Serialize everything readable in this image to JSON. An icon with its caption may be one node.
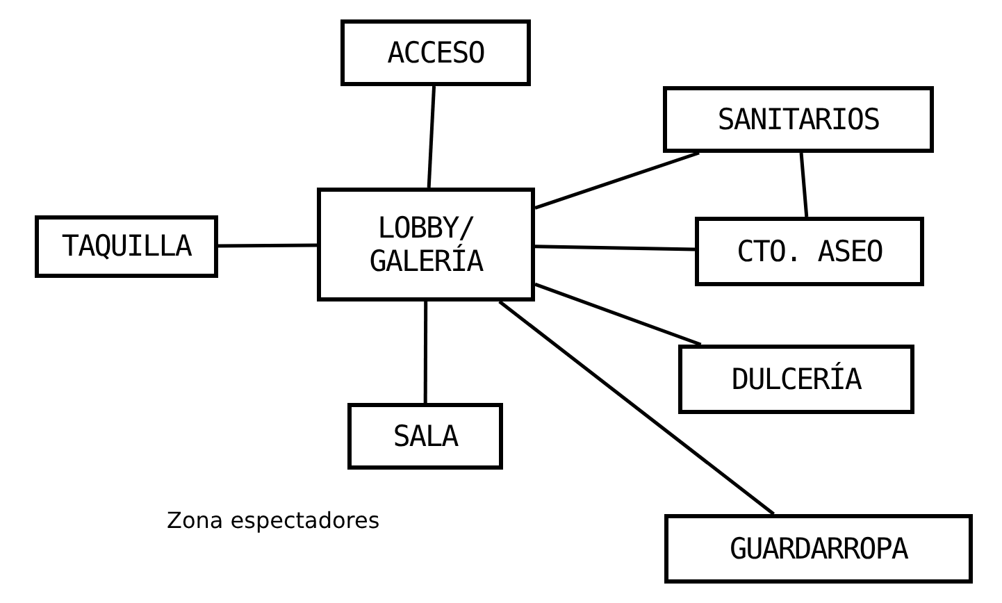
{
  "diagram": {
    "nodes": [
      {
        "text": [
          "ACCESO"
        ]
      },
      {
        "text": [
          "SANITARIOS"
        ]
      },
      {
        "text": [
          "TAQUILLA"
        ]
      },
      {
        "text": [
          "LOBBY/ GALERÍA"
        ]
      },
      {
        "text": [
          "CTO. ASEO"
        ]
      },
      {
        "text": [
          "DULCERÍA"
        ]
      },
      {
        "text": [
          "SALA"
        ]
      },
      {
        "text": [
          "GUARDARROPA"
        ]
      }
    ],
    "edges": [
      {
        "from": 3,
        "to": 0,
        "arrow": "none"
      },
      {
        "from": 2,
        "to": 3,
        "arrow": "none"
      },
      {
        "from": 3,
        "to": 1,
        "arrow": "none"
      },
      {
        "from": 1,
        "to": 4,
        "arrow": "none"
      },
      {
        "from": 3,
        "to": 4,
        "arrow": "none"
      },
      {
        "from": 3,
        "to": 5,
        "arrow": "none"
      },
      {
        "from": 3,
        "to": 6,
        "arrow": "none"
      },
      {
        "from": 3,
        "to": 7,
        "arrow": "none"
      }
    ],
    "labels": [
      "Zona espectadores"
    ]
  }
}
